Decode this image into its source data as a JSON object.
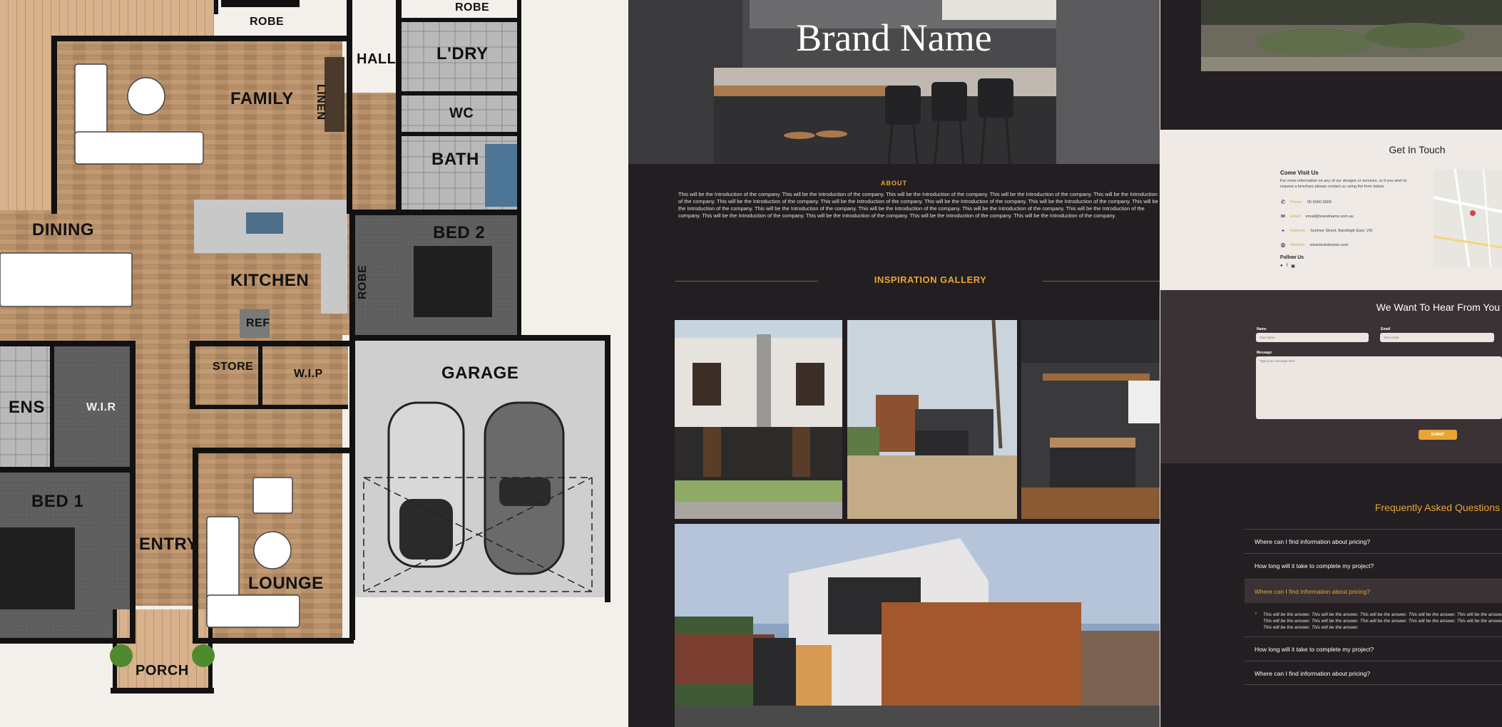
{
  "floorplan": {
    "rooms": {
      "robe_top": "ROBE",
      "robe_top2": "ROBE",
      "hall": "HALL",
      "laundry": "L'DRY",
      "linen": "LINEN",
      "family": "FAMILY",
      "wc": "WC",
      "bath": "BATH",
      "dining": "DINING",
      "bed2": "BED 2",
      "kitchen": "KITCHEN",
      "ref": "REF",
      "robe_side": "ROBE",
      "store": "STORE",
      "wip": "W.I.P",
      "garage": "GARAGE",
      "ens": "ENS",
      "wir": "W.I.R",
      "bed1": "BED 1",
      "entry": "ENTRY",
      "lounge": "LOUNGE",
      "porch": "PORCH"
    }
  },
  "site": {
    "brand": "Brand Name",
    "about": {
      "title": "ABOUT",
      "text": "This will be the Introduction of the company. This will be the Introduction of the company. This will be the Introduction of the company. This will be the Introduction of the company. This will be the Introduction of the company. This will be the Introduction of the company. This will be the Introduction of the company. This will be the Introduction of the company. This will be the Introduction of the company. This will be the Introduction of the company. This will be the Introduction of the company. This will be the Introduction of the company. This will be the Introduction of the company. This will be the Introduction of the company. This will be the Introduction of the company. This will be the Introduction of the company. This will be the Introduction of the company. This will be the Introduction of the company."
    },
    "gallery": {
      "title": "INSPIRATION GALLERY"
    },
    "contact": {
      "title": "Get In Touch",
      "visit_title": "Come Visit Us",
      "visit_desc": "For more information on any of our designs or services, or if you wish to request a brochure please contact us using the form below.",
      "phone_label": "Phone:",
      "phone_value": "00 0000 0000",
      "email_label": "Email:",
      "email_value": "email@brandname.com.au",
      "address_label": "Address:",
      "address_value": "Suntree Street, Bandlegh East, VIC",
      "website_label": "Website:",
      "website_value": "www.brandname.com",
      "follow": "Follow Us"
    },
    "form": {
      "title": "We Want To Hear From You",
      "name_label": "Name",
      "name_placeholder": "Your name",
      "email_label": "Email",
      "email_placeholder": "Your email",
      "message_label": "Message",
      "message_placeholder": "Type your message here",
      "submit": "SUBMIT"
    },
    "faq": {
      "title": "Frequently Asked Questions",
      "items": [
        "Where can I find information about pricing?",
        "How long will it take to complete my project?",
        "Where can I find information about pricing?",
        "How long will it take to complete my project?",
        "Where can I find information about pricing?"
      ],
      "answer": "This will be the answer. This will be the answer. This will be the answer. This will be the answer. This will be the answer. This will be the answer. This will be the answer. This will be the answer. This will be the answer. This will be the answer. This will be the answer. This will be the answer."
    }
  }
}
